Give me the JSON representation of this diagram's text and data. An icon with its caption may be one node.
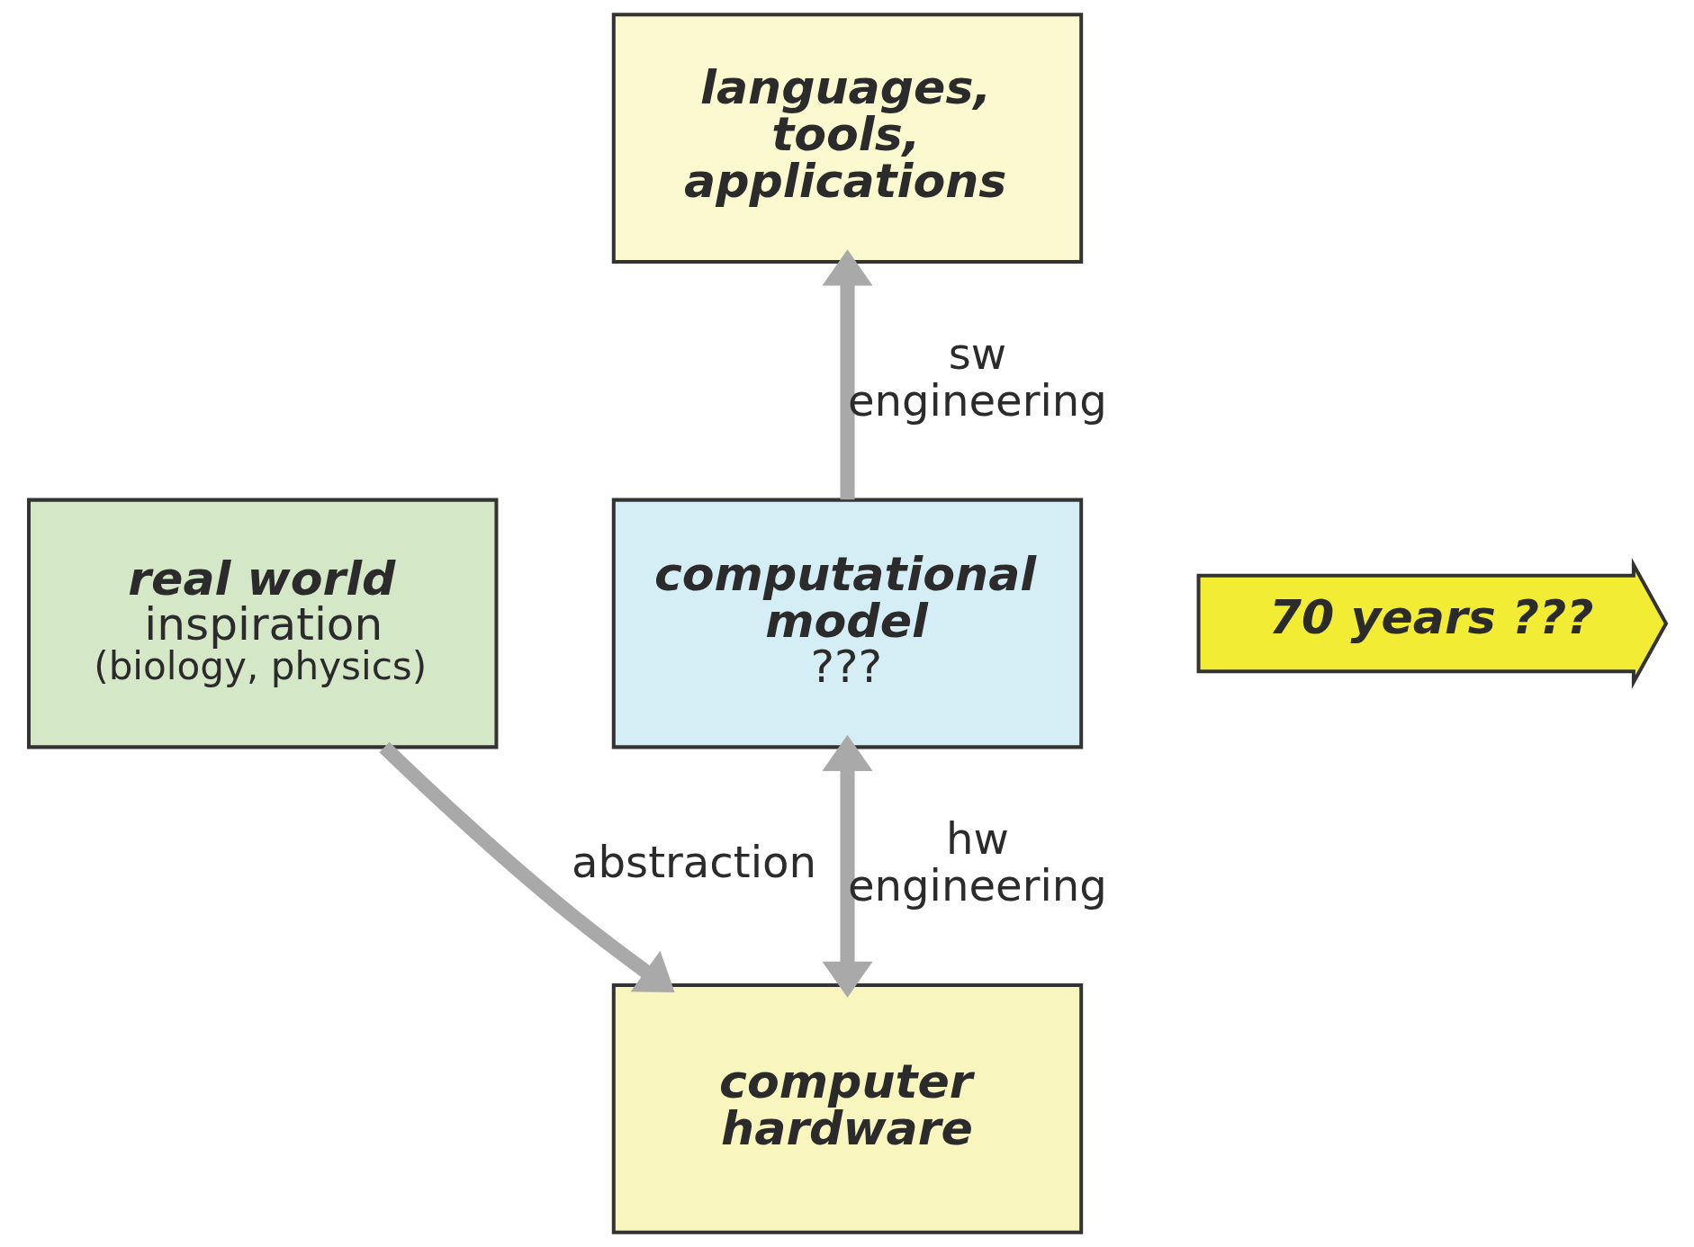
{
  "diagram": {
    "nodes": [
      {
        "text": [
          "languages, tools, applications"
        ]
      },
      {
        "text": [
          "computational model",
          "???"
        ]
      },
      {
        "text": [
          "70 years ???"
        ]
      },
      {
        "text": [
          "real world",
          "inspiration",
          "(biology, physics)"
        ]
      },
      {
        "text": [
          "computer hardware"
        ]
      }
    ],
    "edges": [
      {
        "from": 1,
        "to": 0,
        "arrow": "to",
        "label": "sw engineering"
      },
      {
        "from": 1,
        "to": 4,
        "arrow": "both",
        "label": "hw engineering"
      },
      {
        "from": 3,
        "to": 4,
        "arrow": "to",
        "label": "abstraction"
      }
    ]
  }
}
